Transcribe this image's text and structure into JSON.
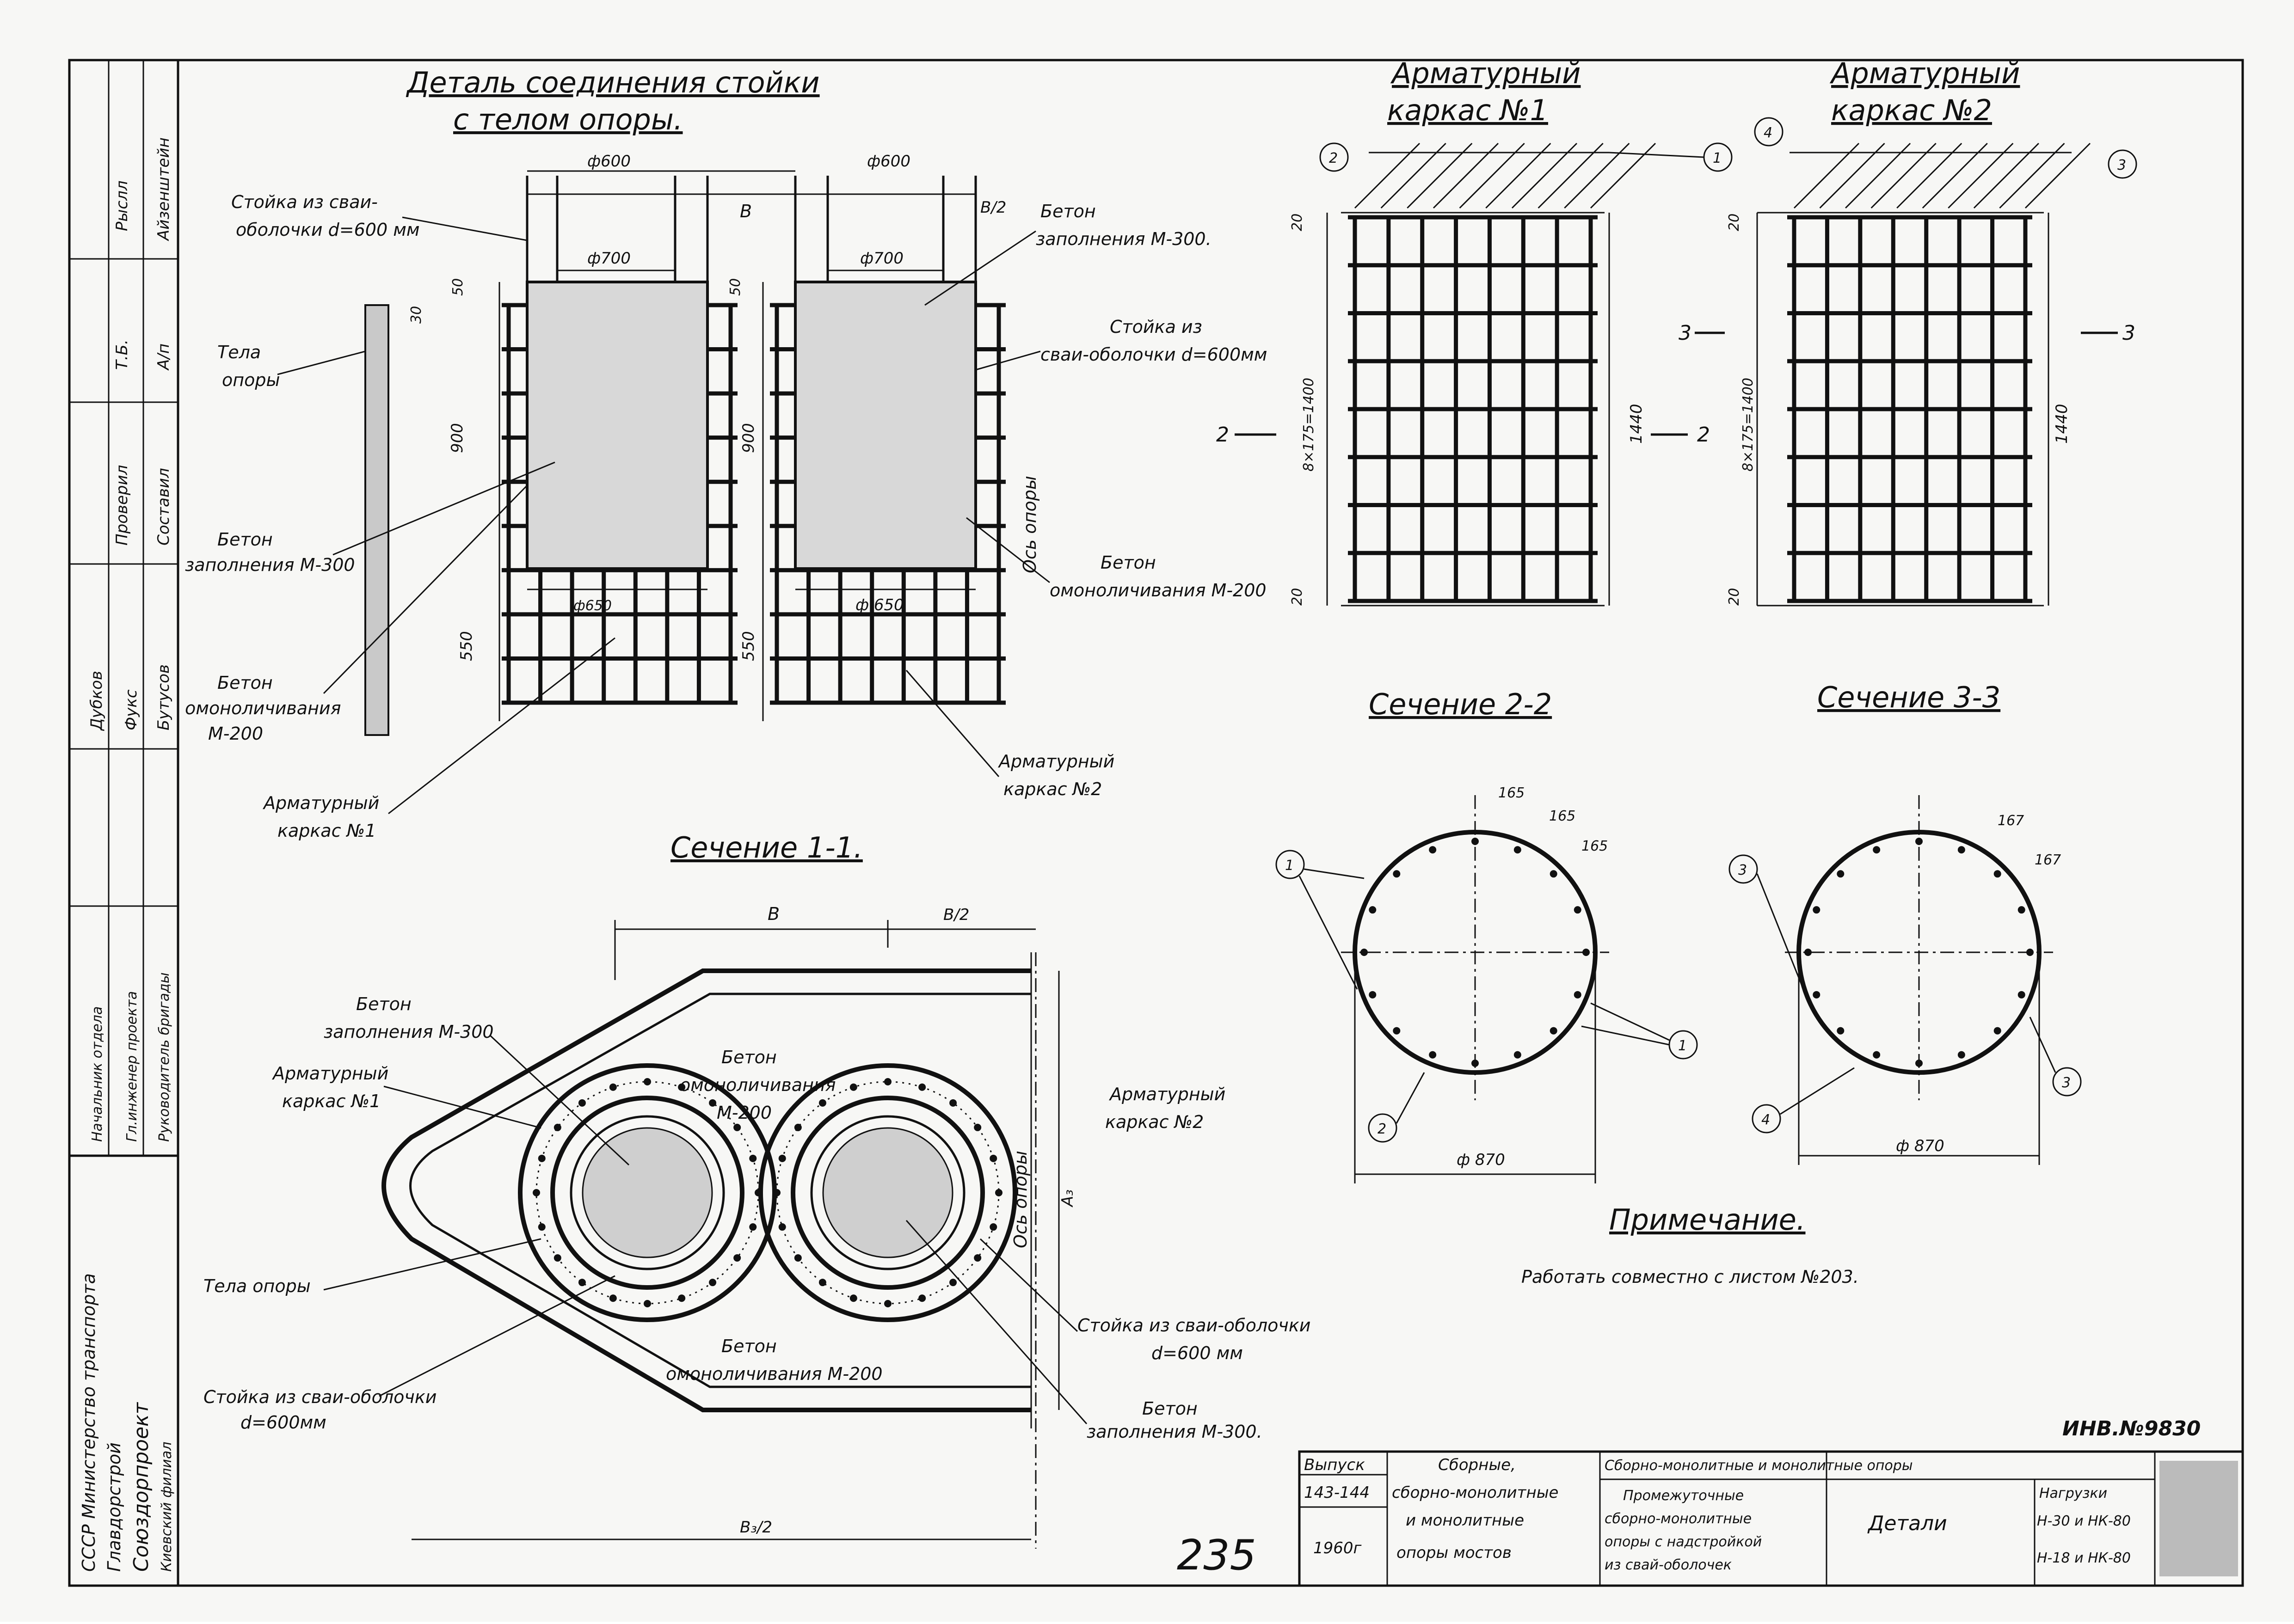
{
  "detail": {
    "title_line1": "Деталь соединения стойки",
    "title_line2": "с телом опоры.",
    "labels": {
      "stand": "Стойка из сваи-",
      "stand2": "оболочки d=600 мм",
      "body": "Тела",
      "body2": "опоры",
      "beton_fill": "Бетон",
      "beton_fill2": "заполнения М-300",
      "beton_mono": "Бетон",
      "beton_mono2": "омоноличивания",
      "beton_mono3": "М-200",
      "cage1": "Арматурный",
      "cage1b": "каркас №1",
      "beton_fill_r": "Бетон",
      "beton_fill_r2": "заполнения М-300.",
      "stand_r": "Стойка из",
      "stand_r2": "сваи-оболочки d=600мм",
      "axis": "Ось опоры",
      "beton_mono_r": "Бетон",
      "beton_mono_r2": "омоноличивания М-200",
      "cage2": "Арматурный",
      "cage2b": "каркас №2"
    },
    "dims": {
      "d600a": "ф600",
      "d600b": "ф600",
      "B": "В",
      "B2": "В/2",
      "d700a": "ф700",
      "d700b": "ф700",
      "d650a": "ф650",
      "d650b": "ф 650",
      "h50a": "50",
      "h50b": "50",
      "h30": "30",
      "h900a": "900",
      "h900b": "900",
      "h550a": "550",
      "h550b": "550"
    }
  },
  "cage1": {
    "title_line1": "Арматурный",
    "title_line2": "каркас №1",
    "dim_20a": "20",
    "dim_20b": "20",
    "dim_8x175": "8×175=1400",
    "dim_1440": "1440",
    "sec_mark": "2",
    "sec_mark2": "2",
    "callout_1": "1",
    "callout_2": "2"
  },
  "cage2": {
    "title_line1": "Арматурный",
    "title_line2": "каркас №2",
    "dim_20a": "20",
    "dim_20b": "20",
    "dim_8x175": "8×175=1400",
    "dim_1440": "1440",
    "sec_mark": "3",
    "sec_mark2": "3",
    "callout_4": "4",
    "callout_3": "3"
  },
  "section11": {
    "title": "Сечение 1-1.",
    "B": "В",
    "B2": "В/2",
    "A3": "А₃",
    "A3half": "В₃/2",
    "labels": {
      "beton_fill": "Бетон",
      "beton_fill2": "заполнения М-300",
      "cage1": "Арматурный",
      "cage1b": "каркас №1",
      "beton_mono": "Бетон",
      "beton_mono2": "омоноличивания",
      "beton_mono3": "М-200",
      "cage2": "Арматурный",
      "cage2b": "каркас №2",
      "body": "Тела опоры",
      "axis": "Ось опоры",
      "stand": "Стойка из сваи-оболочки",
      "stand2": "d=600 мм",
      "stand_l": "Стойка из сваи-оболочки",
      "stand_l2": "d=600мм",
      "beton_mono_b": "Бетон",
      "beton_mono_b2": "омоноличивания М-200",
      "beton_fill_b": "Бетон",
      "beton_fill_b2": "заполнения М-300."
    }
  },
  "section22": {
    "title": "Сечение 2-2",
    "d": "ф 870",
    "s1": "165",
    "s2": "165",
    "s3": "165",
    "c1": "1",
    "c2": "2",
    "c3": "1"
  },
  "section33": {
    "title": "Сечение 3-3",
    "d": "ф 870",
    "s1": "167",
    "s2": "167",
    "c1": "3",
    "c2": "4",
    "c3": "3"
  },
  "note": {
    "title": "Примечание.",
    "text": "Работать совместно с листом №203."
  },
  "stamp": {
    "col1": "Выпуск",
    "col1b": "143-144",
    "col1c": "1960г",
    "col2a": "Сборные,",
    "col2b": "сборно-монолитные",
    "col2c": "и монолитные",
    "col2d": "опоры мостов",
    "col3a": "Сборно-монолитные и монолитные опоры",
    "col3b": "Промежуточные",
    "col3c": "сборно-монолитные",
    "col3d": "опоры с надстройкой",
    "col3e": "из свай-оболочек",
    "col4": "Детали",
    "col5a": "Нагрузки",
    "col5b": "Н-30 и НК-80",
    "col5c": "Н-18 и НК-80",
    "sheet": "235",
    "inv": "ИНВ.№9830"
  },
  "side": {
    "r1a": "Рыслл",
    "r1b": "Айзенштейн",
    "r2a": "Т.Б.",
    "r2b": "А/п",
    "r3a": "Проверил",
    "r3b": "Составил",
    "r4a": "Дубков",
    "r4b": "Фукс",
    "r4c": "Бутусов",
    "r5a": "Начальник отдела",
    "r5b": "Гл.инженер проекта",
    "r5c": "Руководитель бригады",
    "org1": "СССР Министерство транспорта",
    "org2": "Главдорстрой",
    "org3": "Союздорпроект",
    "org4": "Киевский филиал"
  }
}
